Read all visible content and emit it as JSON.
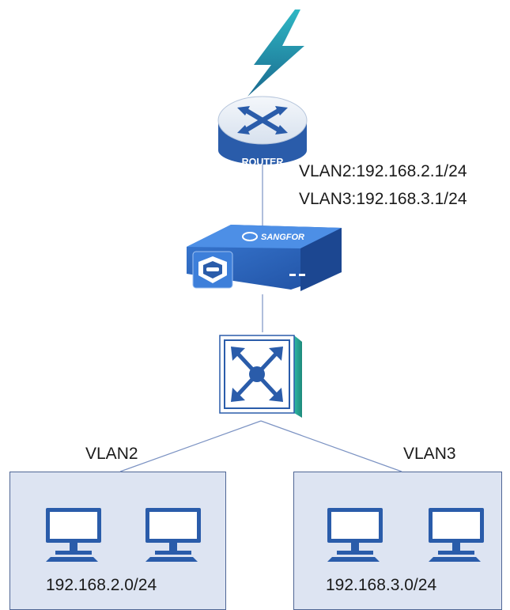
{
  "router": {
    "label": "ROUTER",
    "vlan2_gateway": "VLAN2:192.168.2.1/24",
    "vlan3_gateway": "VLAN3:192.168.3.1/24"
  },
  "firewall": {
    "brand": "SANGFOR"
  },
  "vlans": [
    {
      "label": "VLAN2",
      "subnet": "192.168.2.0/24"
    },
    {
      "label": "VLAN3",
      "subnet": "192.168.3.0/24"
    }
  ],
  "colors": {
    "device_blue": "#2a5caa",
    "lightning": "#1f8f9c",
    "zone_fill": "#dde4f2",
    "zone_border": "#4f6695",
    "link_line": "#7c93c3"
  },
  "icons": [
    "lightning-icon",
    "router-icon",
    "firewall-icon",
    "switch-icon",
    "computer-icon"
  ]
}
